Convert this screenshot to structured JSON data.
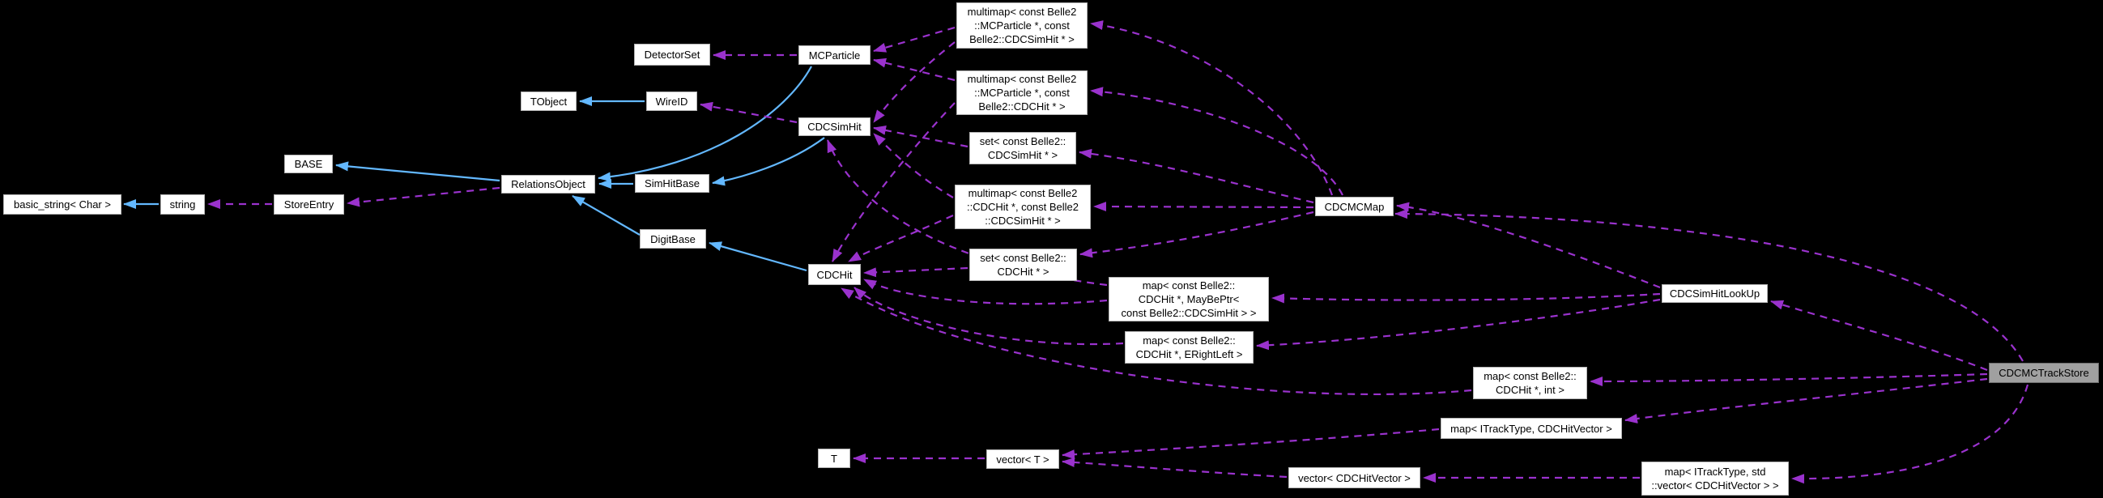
{
  "diagram_type": "collaboration-graph",
  "colors": {
    "background": "#000000",
    "node_fill": "#ffffff",
    "node_border": "#b4b4b4",
    "node_text": "#000000",
    "highlight_node_fill": "#a0a0a0",
    "highlight_node_border": "#6e6e6e",
    "inheritance_edge": "#63b8ff",
    "usage_edge": "#9a32cd"
  },
  "nodes": [
    {
      "id": "basic-string",
      "label": "basic_string< Char >"
    },
    {
      "id": "string",
      "label": "string"
    },
    {
      "id": "store-entry",
      "label": "StoreEntry"
    },
    {
      "id": "base",
      "label": "BASE"
    },
    {
      "id": "relations-object",
      "label": "RelationsObject"
    },
    {
      "id": "tobject",
      "label": "TObject"
    },
    {
      "id": "wireid",
      "label": "WireID"
    },
    {
      "id": "detector-set",
      "label": "DetectorSet"
    },
    {
      "id": "sim-hit-base",
      "label": "SimHitBase"
    },
    {
      "id": "digit-base",
      "label": "DigitBase"
    },
    {
      "id": "mc-particle",
      "label": "MCParticle"
    },
    {
      "id": "cdc-sim-hit",
      "label": "CDCSimHit"
    },
    {
      "id": "cdc-hit",
      "label": "CDCHit"
    },
    {
      "id": "multimap-mcparticle-cdcsimhit",
      "label": "multimap< const Belle2\n::MCParticle *, const\nBelle2::CDCSimHit * >"
    },
    {
      "id": "multimap-mcparticle-cdchit",
      "label": "multimap< const Belle2\n::MCParticle *, const\nBelle2::CDCHit * >"
    },
    {
      "id": "set-cdcsimhit",
      "label": "set< const Belle2::\nCDCSimHit * >"
    },
    {
      "id": "multimap-cdchit-cdcsimhit",
      "label": "multimap< const Belle2\n::CDCHit *, const Belle2\n::CDCSimHit * >"
    },
    {
      "id": "set-cdchit",
      "label": "set< const Belle2::\nCDCHit * >"
    },
    {
      "id": "map-cdchit-maybeptr",
      "label": "map< const Belle2::\nCDCHit *, MayBePtr<\nconst Belle2::CDCSimHit > >"
    },
    {
      "id": "map-cdchit-erightleft",
      "label": "map< const Belle2::\nCDCHit *, ERightLeft >"
    },
    {
      "id": "map-cdchit-int",
      "label": "map< const Belle2::\nCDCHit *, int >"
    },
    {
      "id": "map-itracktype-cdchitvector",
      "label": "map< ITrackType, CDCHitVector >"
    },
    {
      "id": "vector-cdchitvector",
      "label": "vector< CDCHitVector >"
    },
    {
      "id": "map-itracktype-stdvector",
      "label": "map< ITrackType, std\n::vector< CDCHitVector > >"
    },
    {
      "id": "t",
      "label": "T"
    },
    {
      "id": "vector-t",
      "label": "vector< T >"
    },
    {
      "id": "cdcmcmap",
      "label": "CDCMCMap"
    },
    {
      "id": "cdcsimhitlookup",
      "label": "CDCSimHitLookUp"
    },
    {
      "id": "cdcmctrackstore",
      "label": "CDCMCTrackStore"
    }
  ],
  "edges": [
    {
      "from": "string",
      "to": "basic-string",
      "type": "inheritance"
    },
    {
      "from": "relations-object",
      "to": "base",
      "type": "inheritance"
    },
    {
      "from": "wireid",
      "to": "tobject",
      "type": "inheritance"
    },
    {
      "from": "mc-particle",
      "to": "relations-object",
      "type": "inheritance"
    },
    {
      "from": "cdc-sim-hit",
      "to": "sim-hit-base",
      "type": "inheritance"
    },
    {
      "from": "sim-hit-base",
      "to": "relations-object",
      "type": "inheritance"
    },
    {
      "from": "digit-base",
      "to": "relations-object",
      "type": "inheritance"
    },
    {
      "from": "cdc-hit",
      "to": "digit-base",
      "type": "inheritance"
    },
    {
      "from": "store-entry",
      "to": "string",
      "type": "usage"
    },
    {
      "from": "relations-object",
      "to": "store-entry",
      "type": "usage"
    },
    {
      "from": "mc-particle",
      "to": "detector-set",
      "type": "usage"
    },
    {
      "from": "cdc-sim-hit",
      "to": "wireid",
      "type": "usage"
    },
    {
      "from": "multimap-mcparticle-cdcsimhit",
      "to": "mc-particle",
      "type": "usage"
    },
    {
      "from": "multimap-mcparticle-cdchit",
      "to": "mc-particle",
      "type": "usage"
    },
    {
      "from": "multimap-mcparticle-cdcsimhit",
      "to": "cdc-sim-hit",
      "type": "usage"
    },
    {
      "from": "set-cdcsimhit",
      "to": "cdc-sim-hit",
      "type": "usage"
    },
    {
      "from": "multimap-cdchit-cdcsimhit",
      "to": "cdc-sim-hit",
      "type": "usage"
    },
    {
      "from": "map-cdchit-maybeptr",
      "to": "cdc-sim-hit",
      "type": "usage"
    },
    {
      "from": "multimap-mcparticle-cdchit",
      "to": "cdc-hit",
      "type": "usage"
    },
    {
      "from": "multimap-cdchit-cdcsimhit",
      "to": "cdc-hit",
      "type": "usage"
    },
    {
      "from": "set-cdchit",
      "to": "cdc-hit",
      "type": "usage"
    },
    {
      "from": "map-cdchit-maybeptr",
      "to": "cdc-hit",
      "type": "usage"
    },
    {
      "from": "map-cdchit-erightleft",
      "to": "cdc-hit",
      "type": "usage"
    },
    {
      "from": "map-cdchit-int",
      "to": "cdc-hit",
      "type": "usage"
    },
    {
      "from": "cdcmcmap",
      "to": "multimap-mcparticle-cdcsimhit",
      "type": "usage"
    },
    {
      "from": "cdcmcmap",
      "to": "multimap-mcparticle-cdchit",
      "type": "usage"
    },
    {
      "from": "cdcmcmap",
      "to": "set-cdcsimhit",
      "type": "usage"
    },
    {
      "from": "cdcmcmap",
      "to": "multimap-cdchit-cdcsimhit",
      "type": "usage"
    },
    {
      "from": "cdcmcmap",
      "to": "set-cdchit",
      "type": "usage"
    },
    {
      "from": "cdcsimhitlookup",
      "to": "cdcmcmap",
      "type": "usage"
    },
    {
      "from": "cdcsimhitlookup",
      "to": "map-cdchit-maybeptr",
      "type": "usage"
    },
    {
      "from": "cdcsimhitlookup",
      "to": "map-cdchit-erightleft",
      "type": "usage"
    },
    {
      "from": "cdcmctrackstore",
      "to": "cdcmcmap",
      "type": "usage"
    },
    {
      "from": "cdcmctrackstore",
      "to": "cdcsimhitlookup",
      "type": "usage"
    },
    {
      "from": "cdcmctrackstore",
      "to": "map-cdchit-int",
      "type": "usage"
    },
    {
      "from": "cdcmctrackstore",
      "to": "map-itracktype-cdchitvector",
      "type": "usage"
    },
    {
      "from": "cdcmctrackstore",
      "to": "map-itracktype-stdvector",
      "type": "usage"
    },
    {
      "from": "map-itracktype-cdchitvector",
      "to": "vector-t",
      "type": "usage"
    },
    {
      "from": "vector-cdchitvector",
      "to": "vector-t",
      "type": "usage"
    },
    {
      "from": "map-itracktype-stdvector",
      "to": "vector-cdchitvector",
      "type": "usage"
    },
    {
      "from": "vector-t",
      "to": "t",
      "type": "usage"
    }
  ]
}
